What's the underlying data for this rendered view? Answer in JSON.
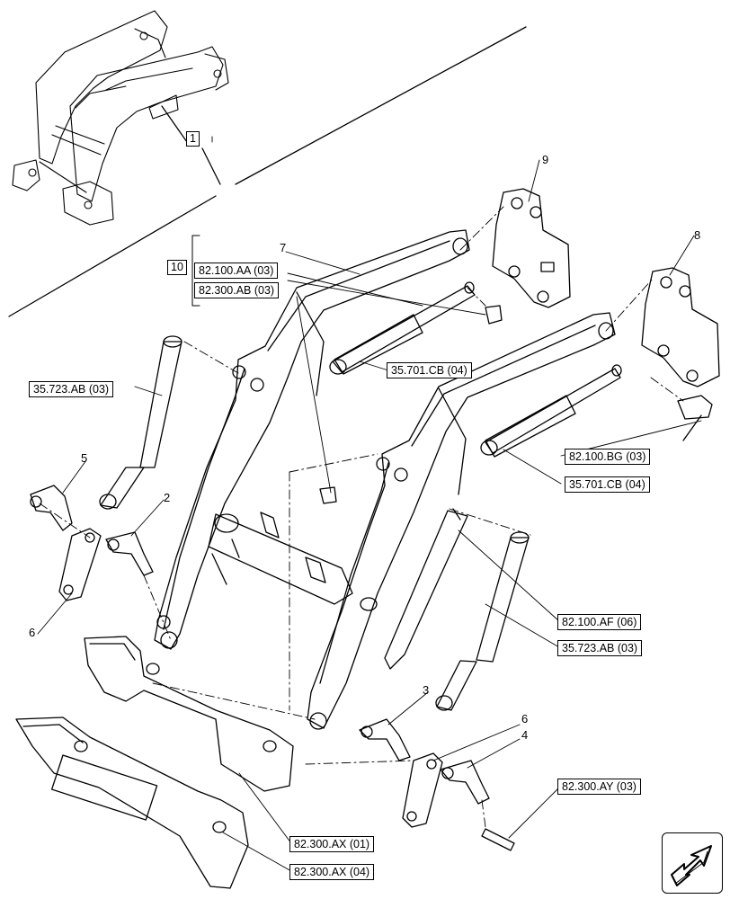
{
  "callouts": {
    "c1": "1",
    "c2": "2",
    "c3": "3",
    "c4": "4",
    "c5": "5",
    "c6a": "6",
    "c6b": "6",
    "c7": "7",
    "c8": "8",
    "c9": "9",
    "c10": "10"
  },
  "references": {
    "r_82100AA": "82.100.AA (03)",
    "r_82300AB": "82.300.AB (03)",
    "r_35701CB_top": "35.701.CB (04)",
    "r_35723AB_left": "35.723.AB (03)",
    "r_82100BG": "82.100.BG (03)",
    "r_35701CB_right": "35.701.CB (04)",
    "r_82100AF": "82.100.AF (06)",
    "r_35723AB_right": "35.723.AB (03)",
    "r_82300AY": "82.300.AY (03)",
    "r_82300AX01": "82.300.AX (01)",
    "r_82300AX04": "82.300.AX (04)"
  },
  "icons": {
    "navigation": "next-page-arrow-icon"
  }
}
